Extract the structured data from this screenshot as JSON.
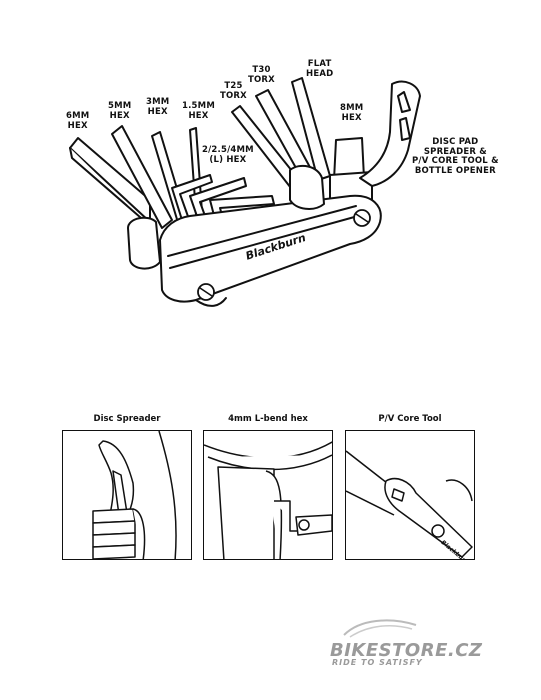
{
  "labels": {
    "hex6": [
      "6MM",
      "HEX"
    ],
    "hex5": [
      "5MM",
      "HEX"
    ],
    "hex3": [
      "3MM",
      "HEX"
    ],
    "hex15": [
      "1.5MM",
      "HEX"
    ],
    "hex_l": [
      "2/2.5/4MM",
      "(L) HEX"
    ],
    "torx25": [
      "T25",
      "TORX"
    ],
    "torx30": [
      "T30",
      "TORX"
    ],
    "flat": [
      "FLAT",
      "HEAD"
    ],
    "hex8": [
      "8MM",
      "HEX"
    ],
    "disc": [
      "DISC PAD",
      "SPREADER &",
      "P/V CORE TOOL &",
      "BOTTLE OPENER"
    ]
  },
  "tool_brand": "Blackburn",
  "panels": [
    {
      "title": "Disc Spreader"
    },
    {
      "title": "4mm L-bend hex"
    },
    {
      "title": "P/V Core Tool"
    }
  ],
  "panel_brand_small": "Blackburn",
  "footer": {
    "brand": "BIKESTORE.CZ",
    "tagline": "RIDE TO SATISFY"
  }
}
